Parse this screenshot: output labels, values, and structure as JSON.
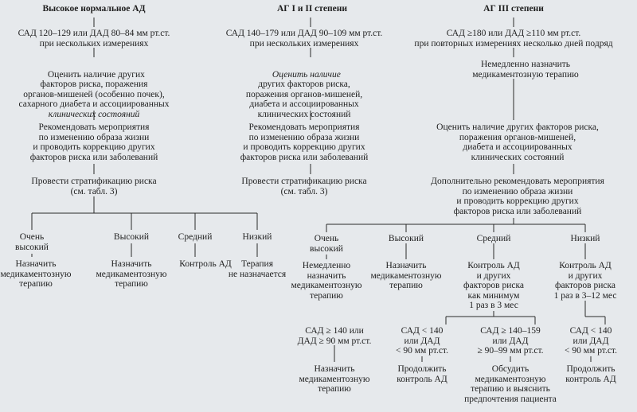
{
  "columns": {
    "high_normal": {
      "title": "Высокое нормальное АД",
      "criteria": "САД 120–129 или ДАД 80–84 мм рт.ст.\nпри нескольких измерениях",
      "assess": "Оценить наличие других\nфакторов риска, поражения\nорганов-мишеней (особенно почек),\nсахарного диабета и ассоциированных",
      "assess_italic": "клинических состояний",
      "recommend": "Рекомендовать мероприятия\nпо изменению образа жизни\nи проводить коррекцию других\nфакторов риска или заболеваний",
      "stratify": "Провести стратификацию риска\n(см. табл. 3)",
      "risks": [
        {
          "label": "Очень\nвысокий",
          "action": "Назначить\nмедикаментозную\nтерапию"
        },
        {
          "label": "Высокий",
          "action": "Назначить\nмедикаментозную\nтерапию"
        },
        {
          "label": "Средний",
          "action": "Контроль АД"
        },
        {
          "label": "Низкий",
          "action": "Терапия\nне назначается"
        }
      ]
    },
    "ag12": {
      "title": "АГ I и II степени",
      "criteria": "САД 140–179 или ДАД 90–109 мм рт.ст.\nпри нескольких измерениях",
      "assess_italic": "Оценить наличие",
      "assess": "других факторов риска,\nпоражения органов-мишеней,\nдиабета и ассоциированных\nклинических состояний",
      "recommend": "Рекомендовать мероприятия\nпо изменению образа жизни\nи проводить коррекцию других\nфакторов риска или заболеваний",
      "stratify": "Провести стратификацию риска\n(см. табл. 3)"
    },
    "ag3": {
      "title": "АГ III степени",
      "criteria": "САД ≥180 или ДАД ≥110 мм рт.ст.\nпри повторных измерениях несколько дней подряд",
      "immediate": "Немедленно назначить\nмедикаментозную терапию",
      "assess": "Оценить наличие других факторов риска,\nпоражения органов-мишеней,\nдиабета и ассоциированных\nклинических состояний",
      "recommend": "Дополнительно рекомендовать мероприятия\nпо изменению образа жизни\nи проводить коррекцию других\nфакторов риска или заболеваний",
      "risks": [
        {
          "label": "Очень\nвысокий",
          "action": "Немедленно\nназначить\nмедикаментозную\nтерапию"
        },
        {
          "label": "Высокий",
          "action": "Назначить\nмедикаментозную\nтерапию"
        },
        {
          "label": "Средний",
          "action": "Контроль АД\nи других\nфакторов риска\nкак минимум\n1 раз в 3 мес"
        },
        {
          "label": "Низкий",
          "action": "Контроль АД\nи других\nфакторов риска\n1 раз в 3–12 мес"
        }
      ],
      "branches": [
        {
          "condition": "САД ≥ 140 или\nДАД ≥ 90 мм рт.ст.",
          "action": "Назначить\nмедикаментозную\nтерапию"
        },
        {
          "condition": "САД < 140\nили ДАД\n< 90 мм рт.ст.",
          "action": "Продолжить\nконтроль АД"
        },
        {
          "condition": "САД ≥ 140–159\nили ДАД\n≥ 90–99 мм рт.ст.",
          "action": "Обсудить\nмедикаментозную\nтерапию и выяснить\nпредпочтения пациента"
        },
        {
          "condition": "САД < 140\nили ДАД\n< 90 мм рт.ст.",
          "action": "Продолжить\nконтроль АД"
        }
      ]
    }
  }
}
